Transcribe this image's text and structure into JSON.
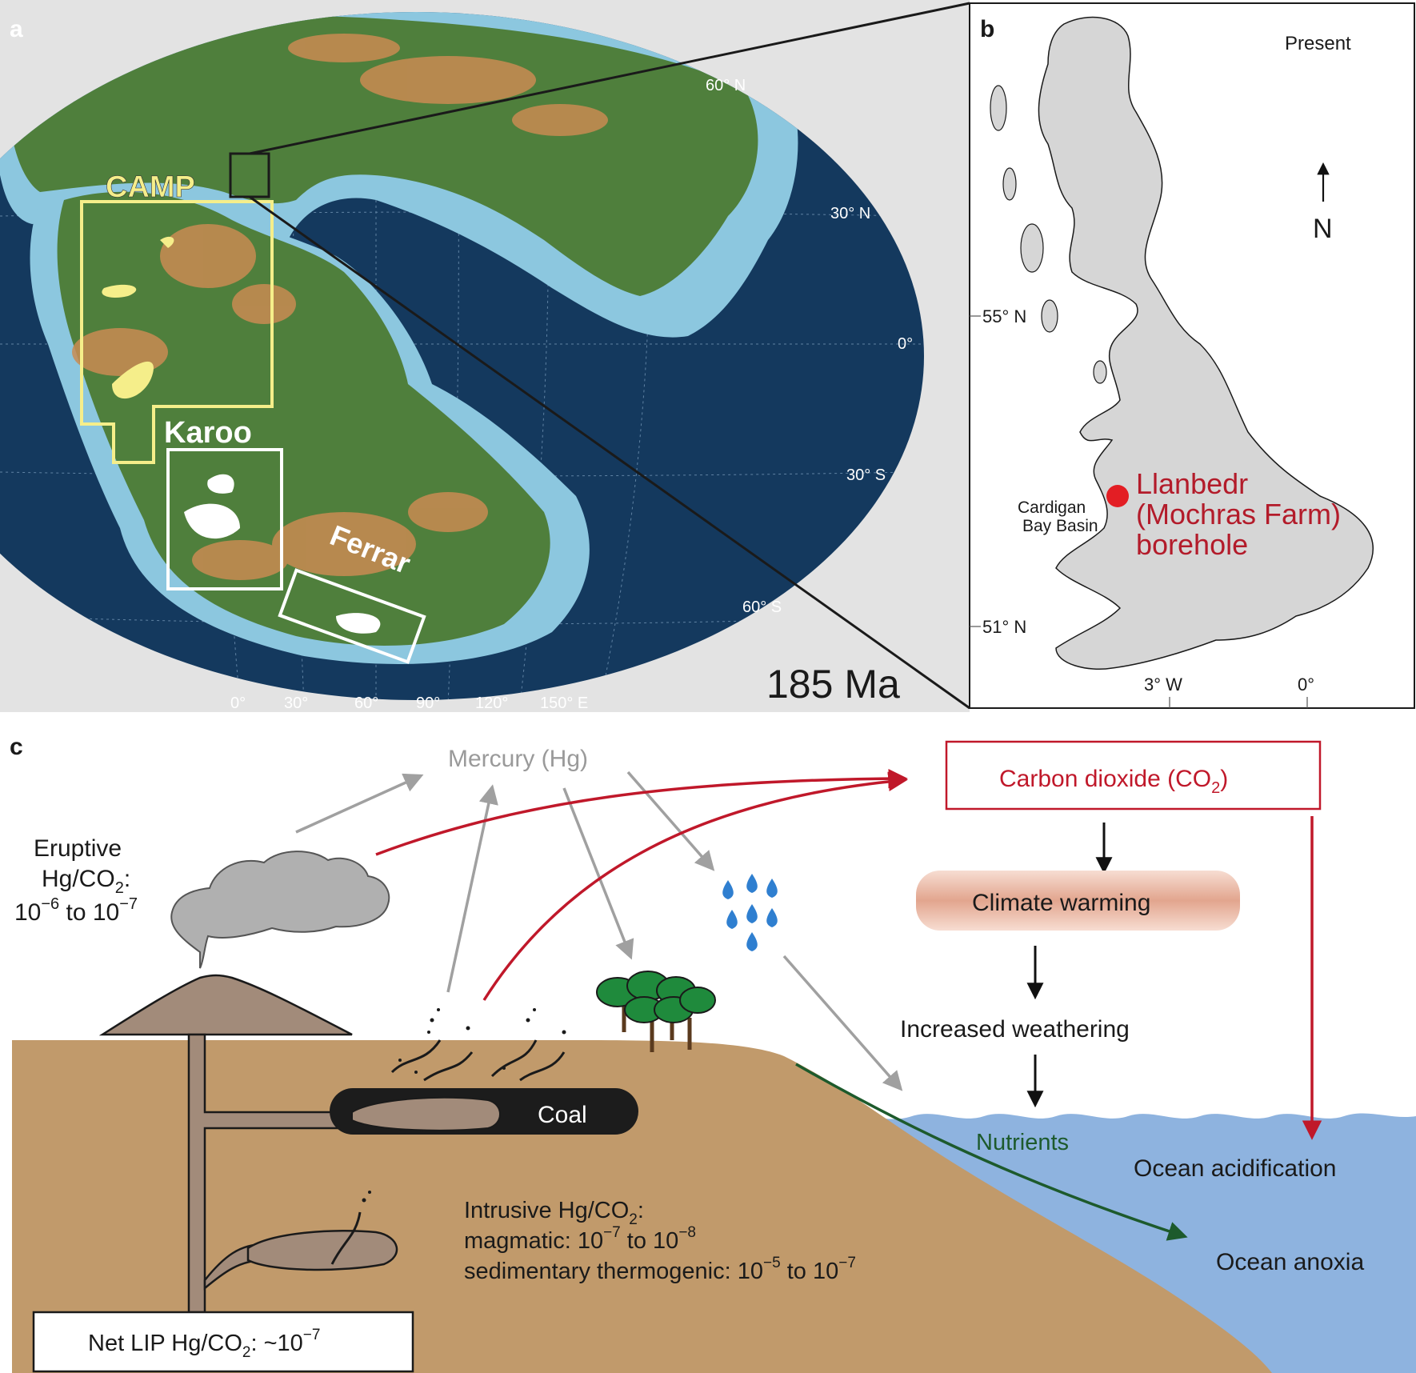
{
  "panel_a": {
    "letter": "a",
    "age": "185 Ma",
    "lat_labels": [
      "60° N",
      "30° N",
      "0°",
      "30° S",
      "60° S"
    ],
    "lon_labels": [
      "0°",
      "30°",
      "60°",
      "90°",
      "120°",
      "150° E"
    ],
    "provinces": {
      "camp": "CAMP",
      "karoo": "Karoo",
      "ferrar": "Ferrar"
    },
    "colors": {
      "ocean": "#14395e",
      "shelf": "#8cc7df",
      "land": "#4f7f3c",
      "highland": "#c98b52",
      "camp": "#f5ee8a",
      "karoo": "#ffffff"
    }
  },
  "panel_b": {
    "letter": "b",
    "present": "Present",
    "north": "N",
    "lat_labels": [
      "55° N",
      "51° N"
    ],
    "lon_labels": [
      "3° W",
      "0°"
    ],
    "basin": [
      "Cardigan",
      "Bay Basin"
    ],
    "site": [
      "Llanbedr",
      "(Mochras Farm)",
      "borehole"
    ],
    "colors": {
      "land": "#d6d6d6",
      "site": "#e31e24",
      "site_text": "#b31b2a"
    }
  },
  "panel_c": {
    "letter": "c",
    "mercury": "Mercury (Hg)",
    "eruptive": {
      "line1": "Eruptive",
      "line2_base": "Hg/CO",
      "line2_sub": "2",
      "line2_tail": ":",
      "line3_a": "10",
      "line3_a_exp": "−6",
      "line3_mid": " to 10",
      "line3_b_exp": "−7"
    },
    "co2": {
      "text": "Carbon dioxide (CO",
      "sub": "2",
      "tail": ")"
    },
    "climate_warming": "Climate warming",
    "increased_weathering": "Increased weathering",
    "nutrients": "Nutrients",
    "ocean_acidification": "Ocean acidification",
    "ocean_anoxia": "Ocean anoxia",
    "coal": "Coal",
    "intrusive": {
      "line1_base": "Intrusive Hg/CO",
      "line1_sub": "2",
      "line1_tail": ":",
      "line2_a": "magmatic: 10",
      "line2_a_exp": "−7",
      "line2_mid": " to 10",
      "line2_b_exp": "−8",
      "line3_a": "sedimentary thermogenic: 10",
      "line3_a_exp": "−5",
      "line3_mid": " to 10",
      "line3_b_exp": "−7"
    },
    "net": {
      "a": "Net LIP Hg/CO",
      "sub": "2",
      "mid": ": ~10",
      "exp": "−7"
    },
    "colors": {
      "soil": "#c19a6b",
      "ocean": "#8eb3df",
      "magma": "#a28b7a",
      "hg_arrow": "#a0a0a0",
      "co2_arrow": "#c0182a",
      "nutrient_arrow": "#1d5a2c",
      "warming_fill": "#e9b9a6"
    }
  }
}
